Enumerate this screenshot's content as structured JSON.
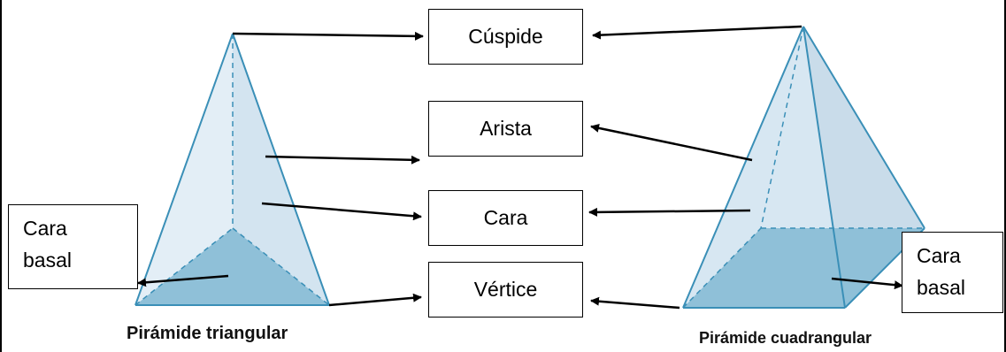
{
  "labels": {
    "cuspide": "Cúspide",
    "arista": "Arista",
    "cara": "Cara",
    "vertice": "Vértice",
    "cara_basal_left_line1": "Cara",
    "cara_basal_left_line2": "basal",
    "cara_basal_right_line1": "Cara",
    "cara_basal_right_line2": "basal"
  },
  "captions": {
    "triangular": "Pirámide triangular",
    "cuadrangular": "Pirámide cuadrangular"
  },
  "colors": {
    "face_light": "#dce9f3",
    "face_mid": "#c9dcea",
    "base": "#8fc0d8",
    "edge": "#3a8fb7",
    "arrow": "#000000"
  }
}
